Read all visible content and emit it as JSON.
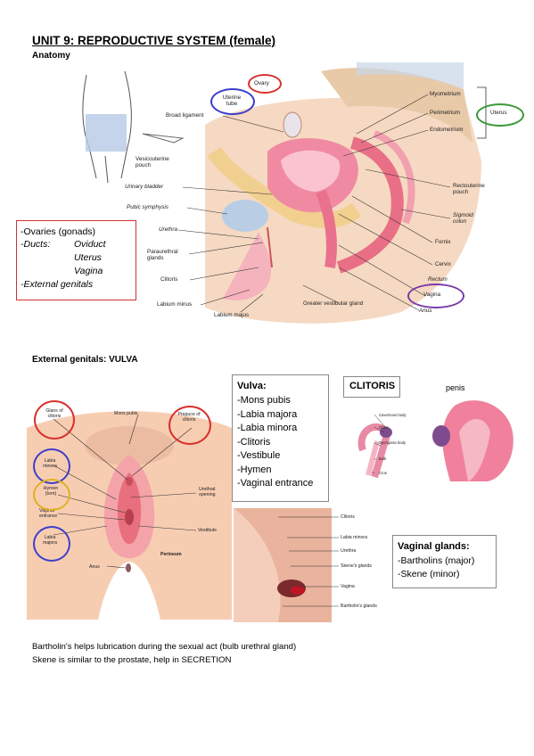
{
  "header": {
    "title": "UNIT 9: REPRODUCTIVE SYSTEM (female)",
    "subtitle": "Anatomy"
  },
  "anatomy_labels": {
    "ovary": "Ovary",
    "uterine_tube": "Uterine tube",
    "broad_ligament": "Broad ligament",
    "myometrium": "Myometrium",
    "perimetrium": "Perimetrium",
    "uterus": "Uterus",
    "endometrium": "Endometrium",
    "vesicouterine_pouch": "Vesicouterine pouch",
    "urinary_bladder": "Urinary bladder",
    "pubic_symphysis": "Pubic symphysis",
    "urethra": "Urethra",
    "paraurethral_glands": "Paraurethral glands",
    "clitoris": "Clitoris",
    "labium_minus": "Labium minus",
    "labium_majus": "Labium majus",
    "greater_vestibular_gland": "Greater vestibular gland",
    "anus": "Anus",
    "vagina": "Vagina",
    "rectum": "Rectum",
    "cervix": "Cervix",
    "fornix": "Fornix",
    "sigmoid_colon": "Sigmoid colon",
    "rectouterine_pouch": "Rectouterine pouch"
  },
  "summary_box": {
    "line1": "-Ovaries (gonads)",
    "ducts_label": "-Ducts:",
    "ducts": [
      "Oviduct",
      "Uterus",
      "Vagina"
    ],
    "line_last": "-External genitals"
  },
  "vulva_section": {
    "heading": "External genitals: VULVA"
  },
  "vulva_labels": {
    "glans": "Glans of clitoris",
    "mons": "Mons pubis",
    "prepuce": "Prepuce of clitoris",
    "labia_minora": "Labia minora",
    "hymen": "Hymen (torn)",
    "vaginal_entrance": "Vaginal entrance",
    "urethral_opening": "Urethral opening",
    "labia_majora": "Labia majora",
    "vestibule": "Vestibule",
    "perineum": "Perineum",
    "anus": "Anus"
  },
  "vulva_box": {
    "title": "Vulva:",
    "items": [
      "-Mons pubis",
      "-Labia majora",
      "-Labia minora",
      "-Clitoris",
      "-Vestibule",
      "-Hymen",
      "-Vaginal entrance"
    ]
  },
  "clitoris_box": {
    "title": "CLITORIS",
    "penis_label": "penis",
    "labels": [
      "Cavernous body",
      "Glans",
      "Spongiose body",
      "Bulb",
      "Crus"
    ]
  },
  "photo_labels": [
    "Clitoris",
    "Labia minora",
    "Urethra",
    "Skene's glands",
    "Vagina",
    "Bartholin's glands"
  ],
  "glands_box": {
    "title": "Vaginal glands:",
    "items": [
      "-Bartholins (major)",
      "-Skene (minor)"
    ]
  },
  "notes": [
    "Bartholin's helps lubrication during the sexual act (bulb urethral gland)",
    "Skene is similar to the prostate, help in SECRETION"
  ],
  "colors": {
    "red_circle": "#d9302c",
    "blue_circle": "#3d3fc9",
    "green_circle": "#3a9a3a",
    "purple_circle": "#7a3aaa",
    "yellow_circle": "#e0b020",
    "tissue_pink": "#f4a6b4"
  }
}
